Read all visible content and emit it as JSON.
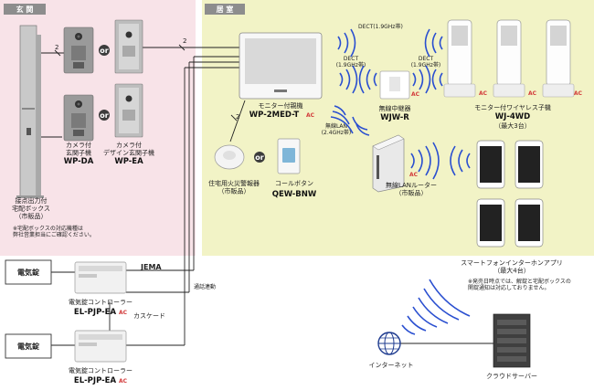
{
  "sections": {
    "entrance_title": "玄 関",
    "room_title": "居 室"
  },
  "labels": {
    "or": "or",
    "ac": "AC",
    "wire_two": "2",
    "door_camera_name": "カメラ付\n玄関子機",
    "door_camera_model": "WP-DA",
    "design_camera_name": "カメラ付\nデザイン玄関子機",
    "design_camera_model": "WP-EA",
    "delivery_box": "接点出力付\n宅配ボックス\n（市販品）",
    "delivery_note": "※宅配ボックスの対応機種は\n弊社営業担当にご確認ください。",
    "monitor_name": "モニター付親機",
    "monitor_model": "WP-2MED-T",
    "dect_left": "DECT\n(1.9GHz帯)",
    "dect_right": "DECT\n(1.9GHz帯)",
    "dect_top": "DECT(1.9GHz帯)",
    "repeater_name": "無線中継器",
    "repeater_model": "WJW-R",
    "handset_name": "モニター付ワイヤレス子機",
    "handset_model": "WJ-4WD",
    "handset_max": "（最大3台）",
    "wlan": "無線LAN\n(2.4GHz帯)",
    "fire_alarm": "住宅用火災警報器\n（市販品）",
    "call_button_name": "コールボタン",
    "call_button_model": "QEW-BNW",
    "router": "無線LANルーター\n（市販品）",
    "smartphone": "スマートフォンインターホンアプリ\n（最大4台）",
    "smartphone_note": "※発売日時点では、解錠と宅配ボックスの\n関錠通知は対応しておりません。",
    "lock": "電気錠",
    "lock_controller_name": "電気錠コントローラー",
    "lock_controller_model": "EL-PJP-EA",
    "jema": "JEMA",
    "cascade": "カスケード",
    "talk_link": "通話連動",
    "internet": "インターネット",
    "cloud": "クラウドサーバー"
  },
  "colors": {
    "entrance_bg": "#f8e3e8",
    "room_bg": "#f2f3c6",
    "header_bg": "#8d8d8d",
    "wave": "#2a4fd0",
    "ac": "#d23a3a"
  }
}
